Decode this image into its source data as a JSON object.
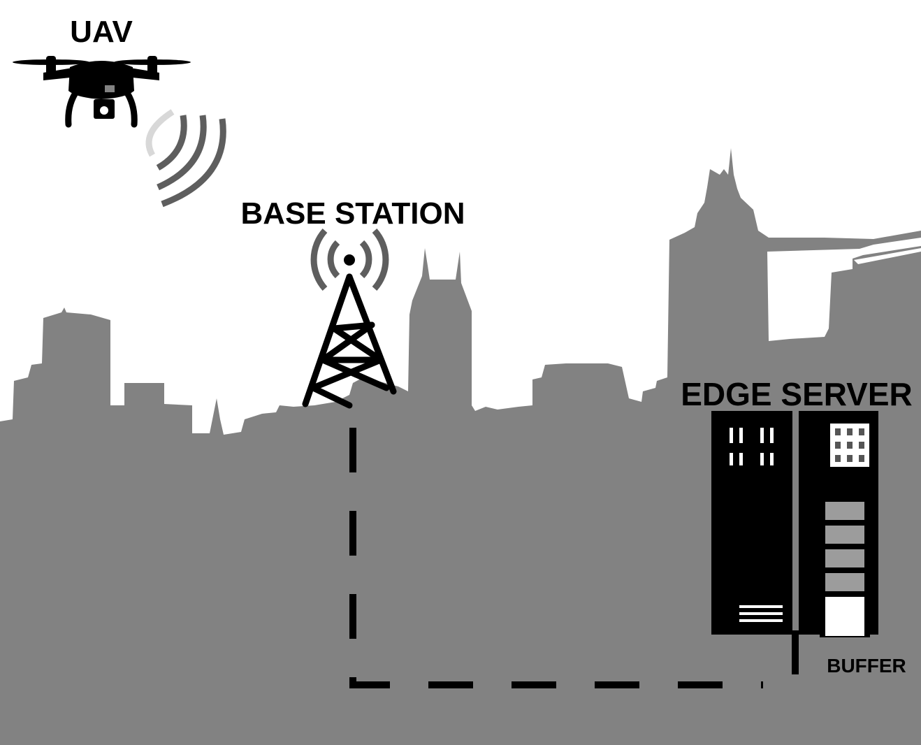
{
  "labels": {
    "uav": "UAV",
    "base_station": "BASE STATION",
    "edge_server": "EDGE SERVER",
    "buffer": "BUFFER"
  },
  "colors": {
    "skyline": "#828282",
    "ink": "#000000",
    "buffer_slot": "#9c9c9c",
    "buffer_empty": "#ffffff",
    "signal_wave": "#5e5e5e",
    "background": "#ffffff"
  },
  "icons": {
    "uav": "quadcopter-drone-icon",
    "base_station": "radio-tower-icon",
    "edge_server": "server-rack-icon",
    "buffer": "buffer-stack-icon",
    "uplink": "wireless-signal-icon"
  },
  "buffer": {
    "slots_total": 5,
    "slots_filled": 4
  }
}
